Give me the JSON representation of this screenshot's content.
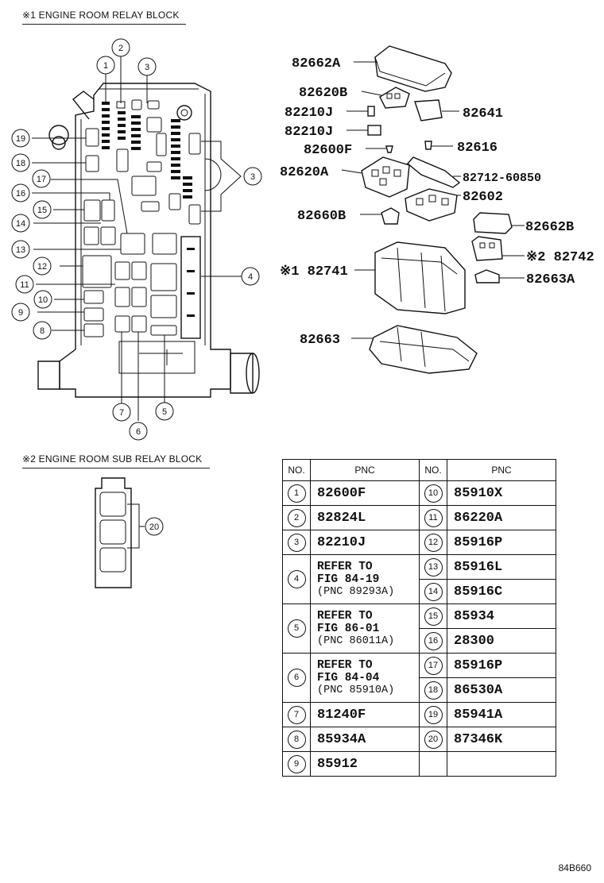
{
  "captions": {
    "main_block": "※1 ENGINE ROOM RELAY BLOCK",
    "sub_block": "※2 ENGINE ROOM SUB RELAY BLOCK"
  },
  "callouts": [
    "1",
    "2",
    "3",
    "3",
    "4",
    "5",
    "6",
    "7",
    "8",
    "9",
    "10",
    "11",
    "12",
    "13",
    "14",
    "15",
    "16",
    "17",
    "18",
    "19",
    "20"
  ],
  "parts": {
    "p82662A": "82662A",
    "p82620B": "82620B",
    "p82641": "82641",
    "p82210J_1": "82210J",
    "p82210J_2": "82210J",
    "p82600F": "82600F",
    "p82616": "82616",
    "p82620A": "82620A",
    "p82712": "82712-60850",
    "p82602": "82602",
    "p82660B": "82660B",
    "p82662B": "82662B",
    "p82742": "※2 82742",
    "p82741": "※1 82741",
    "p82663A": "82663A",
    "p82663": "82663"
  },
  "table": {
    "headers": {
      "no": "NO.",
      "pnc": "PNC"
    },
    "left": [
      {
        "no": "1",
        "pnc": "82600F"
      },
      {
        "no": "2",
        "pnc": "82824L"
      },
      {
        "no": "3",
        "pnc": "82210J"
      },
      {
        "no": "4",
        "l1": "REFER TO",
        "l2": "FIG 84-19",
        "l3": "(PNC 89293A)"
      },
      {
        "no": "5",
        "l1": "REFER TO",
        "l2": "FIG 86-01",
        "l3": "(PNC 86011A)"
      },
      {
        "no": "6",
        "l1": "REFER TO",
        "l2": "FIG 84-04",
        "l3": "(PNC 85910A)"
      },
      {
        "no": "7",
        "pnc": "81240F"
      },
      {
        "no": "8",
        "pnc": "85934A"
      },
      {
        "no": "9",
        "pnc": "85912"
      }
    ],
    "right": [
      {
        "no": "10",
        "pnc": "85910X"
      },
      {
        "no": "11",
        "pnc": "86220A"
      },
      {
        "no": "12",
        "pnc": "85916P"
      },
      {
        "no": "13",
        "pnc": "85916L"
      },
      {
        "no": "14",
        "pnc": "85916C"
      },
      {
        "no": "15",
        "pnc": "85934"
      },
      {
        "no": "16",
        "pnc": "28300"
      },
      {
        "no": "17",
        "pnc": "85916P"
      },
      {
        "no": "18",
        "pnc": "86530A"
      },
      {
        "no": "19",
        "pnc": "85941A"
      },
      {
        "no": "20",
        "pnc": "87346K"
      }
    ]
  },
  "figure_code": "84B660"
}
